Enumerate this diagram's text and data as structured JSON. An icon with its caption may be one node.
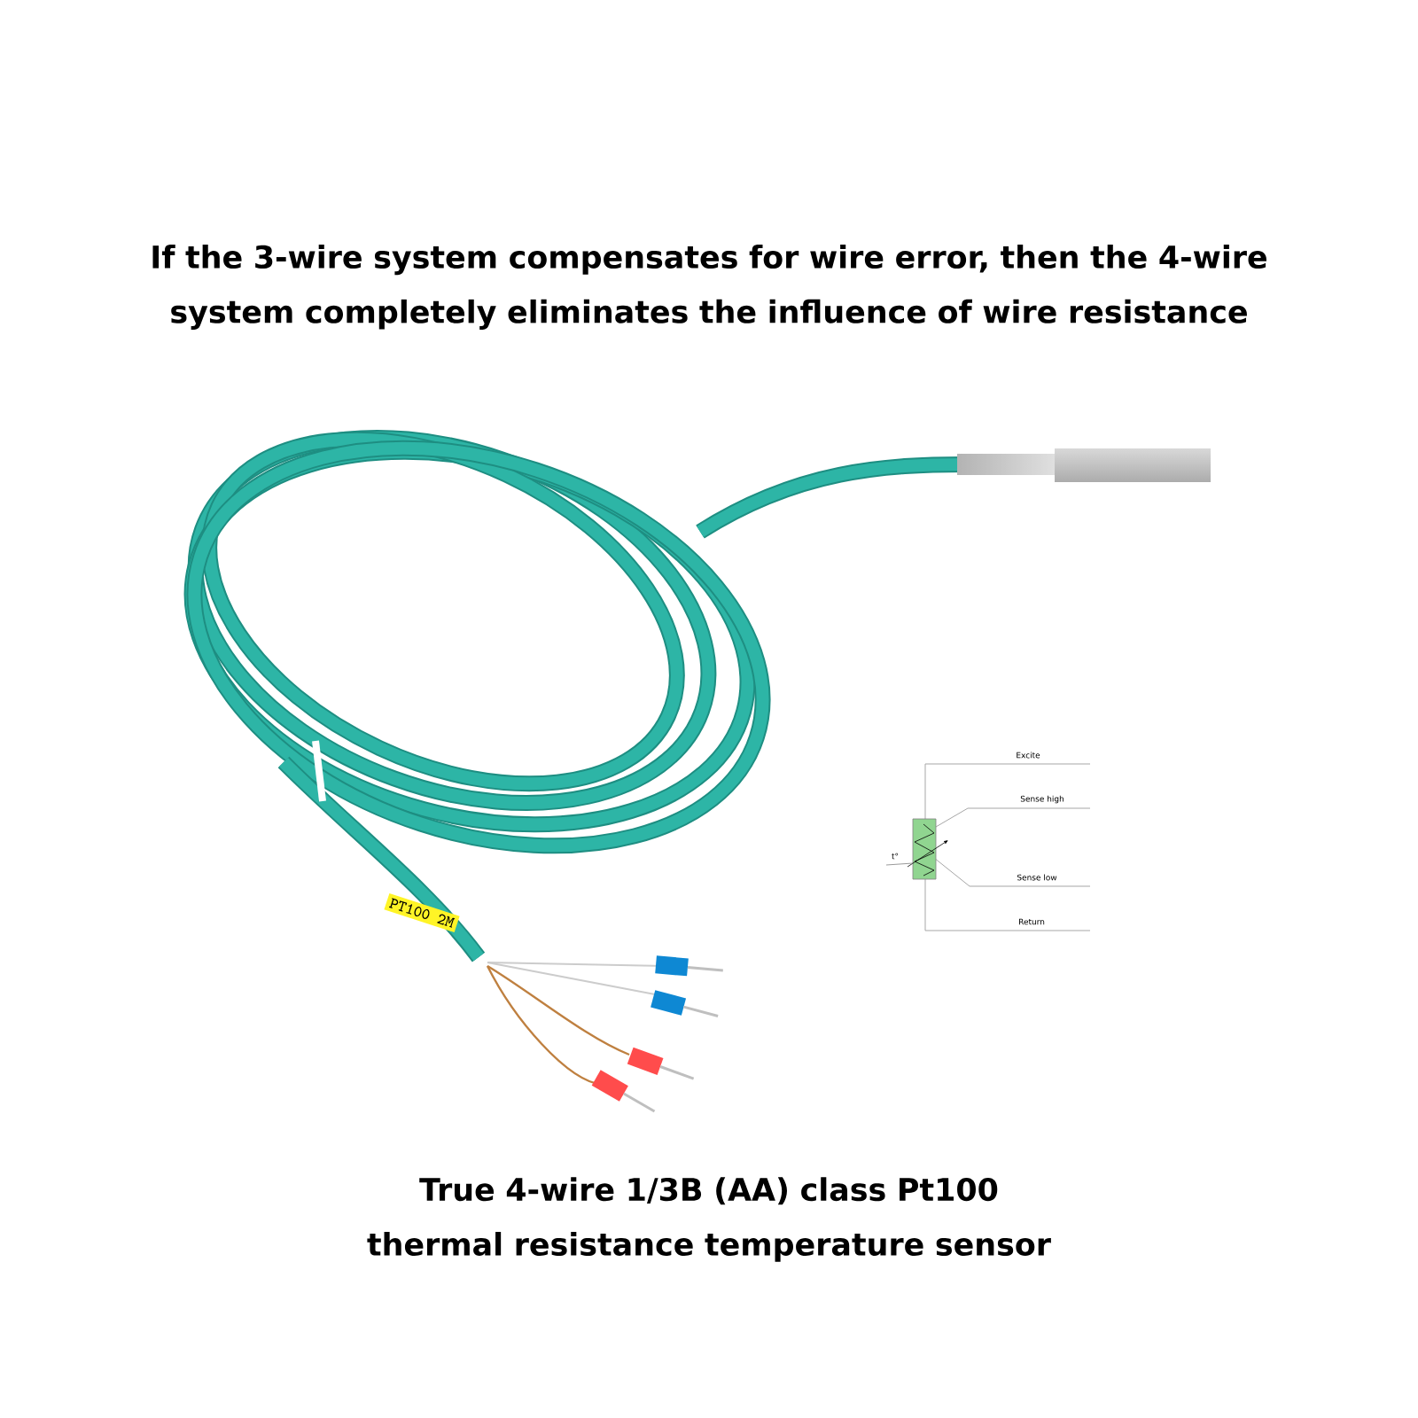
{
  "diagram": {
    "title": "If the 3-wire system compensates for wire error, then the 4-wire system completely eliminates the influence of wire resistance",
    "caption": "True 4-wire 1/3B (AA) class Pt100 thermal resistance temperature sensor",
    "labels": [
      "PT100 2M",
      "Excite",
      "Sense high",
      "t°",
      "Sense low",
      "Return"
    ]
  }
}
